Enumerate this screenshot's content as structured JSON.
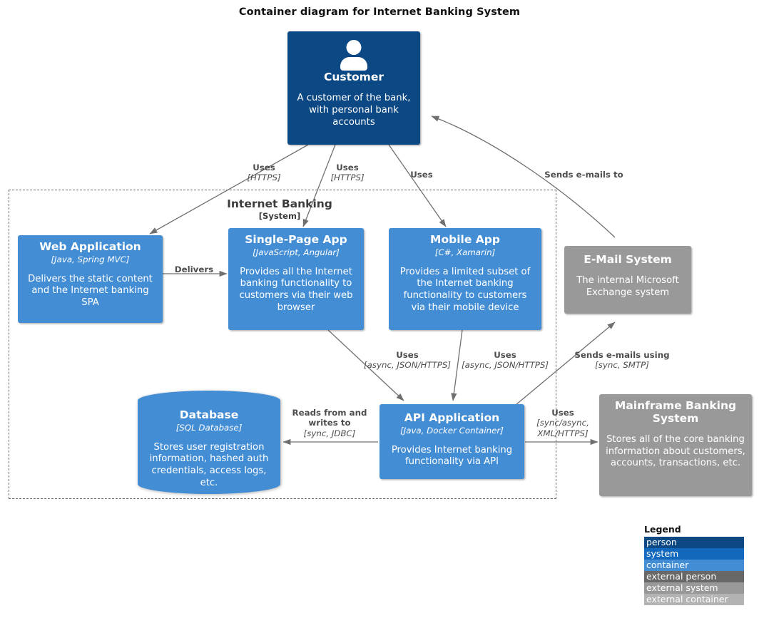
{
  "title": "Container diagram for Internet Banking System",
  "boundary": {
    "name": "Internet Banking",
    "type": "[System]"
  },
  "nodes": {
    "customer": {
      "name": "Customer",
      "tech": "",
      "desc": "A customer of the bank, with personal bank accounts",
      "kind": "person",
      "color": "#0B4884"
    },
    "web_application": {
      "name": "Web Application",
      "tech": "[Java, Spring MVC]",
      "desc": "Delivers the static content and the Internet banking SPA",
      "kind": "container",
      "color": "#438DD5"
    },
    "single_page_app": {
      "name": "Single-Page App",
      "tech": "[JavaScript, Angular]",
      "desc": "Provides all the Internet banking functionality to customers via their web browser",
      "kind": "container",
      "color": "#438DD5"
    },
    "mobile_app": {
      "name": "Mobile App",
      "tech": "[C#, Xamarin]",
      "desc": "Provides a limited subset of the Internet banking functionality to customers via their mobile device",
      "kind": "container",
      "color": "#438DD5"
    },
    "email_system": {
      "name": "E-Mail System",
      "tech": "",
      "desc": "The internal Microsoft Exchange system",
      "kind": "external-system",
      "color": "#999999"
    },
    "database": {
      "name": "Database",
      "tech": "[SQL Database]",
      "desc": "Stores user registration information, hashed auth credentials, access logs, etc.",
      "kind": "container-database",
      "color": "#438DD5"
    },
    "api_application": {
      "name": "API Application",
      "tech": "[Java, Docker Container]",
      "desc": "Provides Internet banking functionality via API",
      "kind": "container",
      "color": "#438DD5"
    },
    "mainframe_banking_system": {
      "name": "Mainframe Banking System",
      "tech": "",
      "desc": "Stores all of the core banking information about customers, accounts, transactions, etc.",
      "kind": "external-system",
      "color": "#999999"
    }
  },
  "edges": {
    "customer_to_web_application": {
      "label": "Uses",
      "tech": "[HTTPS]"
    },
    "customer_to_single_page_app": {
      "label": "Uses",
      "tech": "[HTTPS]"
    },
    "customer_to_mobile_app": {
      "label": "Uses",
      "tech": ""
    },
    "email_system_to_customer": {
      "label": "Sends e-mails to",
      "tech": ""
    },
    "web_application_to_single_page_app": {
      "label": "Delivers",
      "tech": ""
    },
    "single_page_app_to_api": {
      "label": "Uses",
      "tech": "[async, JSON/HTTPS]"
    },
    "mobile_app_to_api": {
      "label": "Uses",
      "tech": "[async, JSON/HTTPS]"
    },
    "api_to_email_system": {
      "label": "Sends e-mails using",
      "tech": "[sync, SMTP]"
    },
    "api_to_database": {
      "label": "Reads from and writes to",
      "tech": "[sync, JDBC]"
    },
    "api_to_mainframe": {
      "label": "Uses",
      "tech": "[sync/async, XML/HTTPS]"
    }
  },
  "legend": {
    "title": "Legend",
    "items": [
      {
        "label": "person",
        "color": "#0B4884"
      },
      {
        "label": "system",
        "color": "#1168BD"
      },
      {
        "label": "container",
        "color": "#438DD5"
      },
      {
        "label": "external person",
        "color": "#686868"
      },
      {
        "label": "external system",
        "color": "#999999"
      },
      {
        "label": "external container",
        "color": "#B3B3B3"
      }
    ]
  }
}
